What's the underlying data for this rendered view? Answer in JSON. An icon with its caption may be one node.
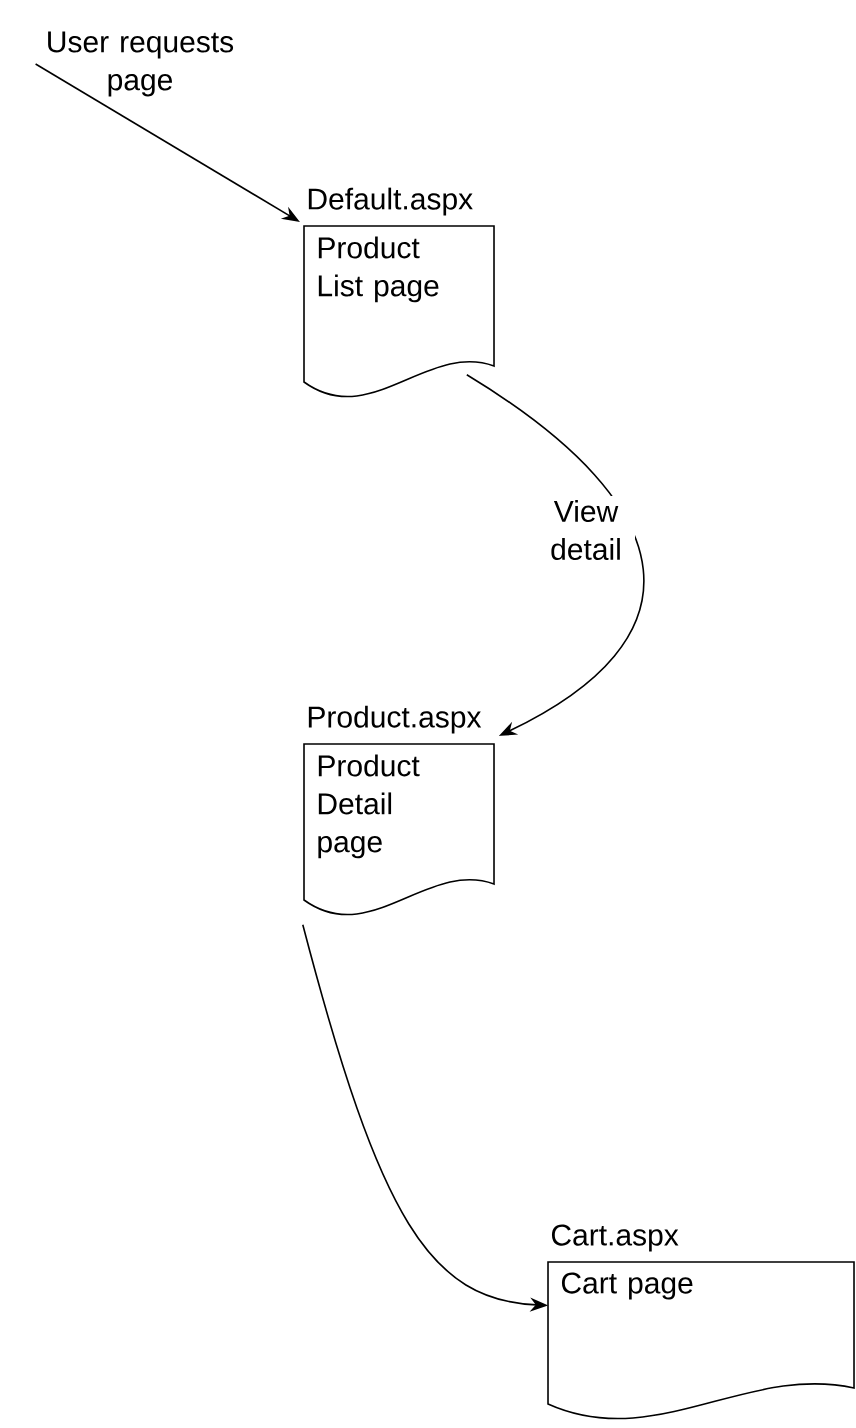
{
  "diagram": {
    "nodes": [
      {
        "text": [
          "User requests page"
        ]
      },
      {
        "text": [
          "Default.aspx",
          "Product List page"
        ]
      },
      {
        "text": [
          "Product.aspx",
          "Product Detail page"
        ]
      },
      {
        "text": [
          "Cart.aspx",
          "Cart page"
        ]
      }
    ],
    "edges": [
      {
        "from": 0,
        "to": 1,
        "arrow": "to"
      },
      {
        "from": 1,
        "to": 2,
        "arrow": "to",
        "label": "View detail"
      },
      {
        "from": 2,
        "to": 3,
        "arrow": "to"
      }
    ]
  }
}
